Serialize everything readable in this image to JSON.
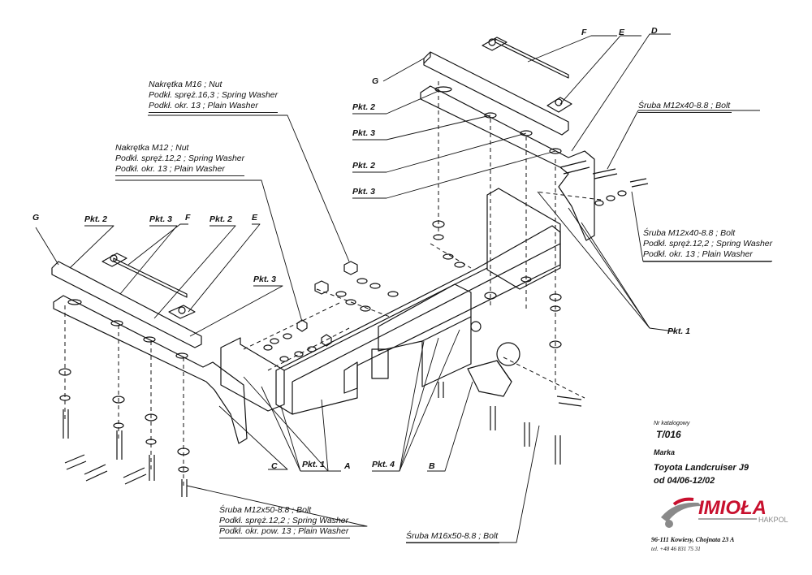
{
  "annotations": {
    "nut_m16": [
      "Nakrętka  M16 ; Nut",
      "Podkł. spręż.16,3 ; Spring Washer",
      "Podkł. okr. 13 ; Plain Washer"
    ],
    "nut_m12": [
      "Nakrętka  M12 ; Nut",
      "Podkł. spręż.12,2 ; Spring Washer",
      "Podkł. okr. 13 ; Plain Washer"
    ],
    "bolt_m12x40_top": [
      "Śruba M12x40-8.8 ;  Bolt"
    ],
    "bolt_m12x40_right": [
      "Śruba M12x40-8.8 ;  Bolt",
      "Podkł. spręż.12,2 ; Spring Washer",
      "Podkł. okr. 13 ; Plain Washer"
    ],
    "bolt_m12x50": [
      "Śruba M12x50-8.8 ;  Bolt",
      "Podkł. spręż.12,2 ; Spring Washer",
      "Podkł. okr. pow. 13 ; Plain Washer"
    ],
    "bolt_m16x50": [
      "Śruba M16x50-8.8 ;  Bolt"
    ]
  },
  "point_labels": {
    "pkt2_right_a": "Pkt. 2",
    "pkt3_right_a": "Pkt. 3",
    "pkt2_right_b": "Pkt. 2",
    "pkt3_right_b": "Pkt. 3",
    "pkt2_left_a": "Pkt. 2",
    "pkt3_left": "Pkt. 3",
    "pkt2_left_b": "Pkt. 2",
    "pkt3_left_b": "Pkt. 3",
    "pkt1_right": "Pkt. 1",
    "pkt1_bottom": "Pkt. 1",
    "pkt4": "Pkt. 4"
  },
  "part_letters": {
    "g_right": "G",
    "f_right": "F",
    "e_right": "E",
    "d_right": "D",
    "g_left": "G",
    "f_left": "F",
    "e_left": "E",
    "c": "C",
    "a": "A",
    "b": "B"
  },
  "title_block": {
    "catalog_label": "Nr katalogowy",
    "catalog_number": "T/016",
    "brand_label": "Marka",
    "model": "Toyota Landcruiser J9",
    "date_range": "od  04/06-12/02",
    "logo_name": "IMIOŁA",
    "logo_sub": "HAKPOL",
    "address": "96-111 Kowiesy, Chojnata 23 A",
    "phone": "tel. +48 46 831 75 31"
  },
  "colors": {
    "line": "#111111",
    "logo_red": "#c8102e",
    "logo_gray": "#8a8a8a"
  }
}
